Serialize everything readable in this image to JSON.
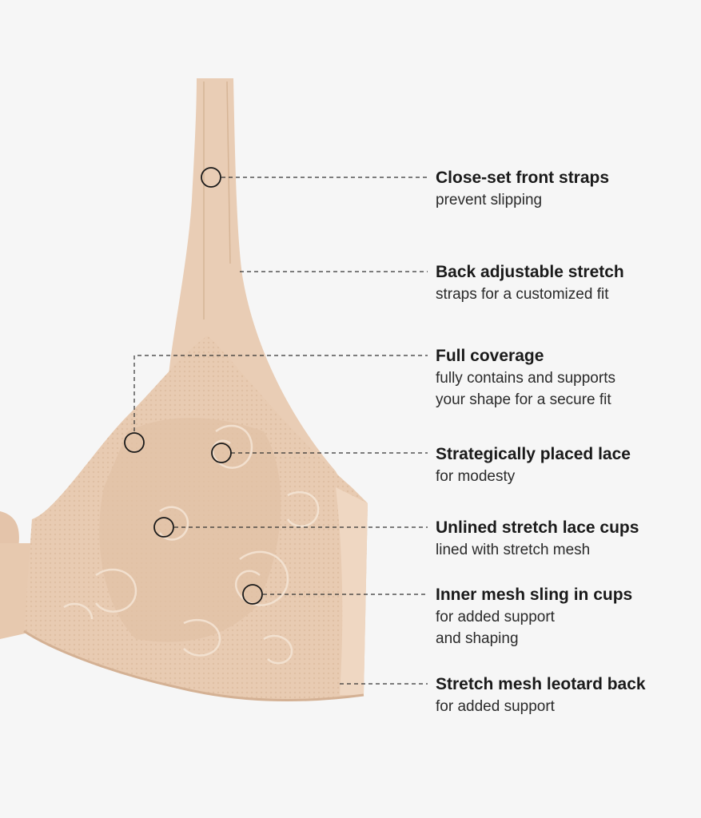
{
  "callouts": [
    {
      "title": "Close-set front straps",
      "lines": [
        "prevent slipping"
      ]
    },
    {
      "title": "Back adjustable stretch",
      "lines": [
        "straps for a customized fit"
      ]
    },
    {
      "title": "Full coverage",
      "lines": [
        "fully contains and supports",
        "your shape for a secure fit"
      ]
    },
    {
      "title": "Strategically placed lace",
      "lines": [
        "for modesty"
      ]
    },
    {
      "title": "Unlined stretch lace cups",
      "lines": [
        "lined with stretch mesh"
      ]
    },
    {
      "title": "Inner mesh sling in cups",
      "lines": [
        "for added support",
        "and shaping"
      ]
    },
    {
      "title": "Stretch mesh leotard back",
      "lines": [
        "for added support"
      ]
    }
  ],
  "colors": {
    "background": "#f6f6f6",
    "fabric": "#e9cdb5",
    "fabric_shadow": "#d9b89d",
    "lace": "#f3e1d0",
    "leader_line": "#333333"
  }
}
